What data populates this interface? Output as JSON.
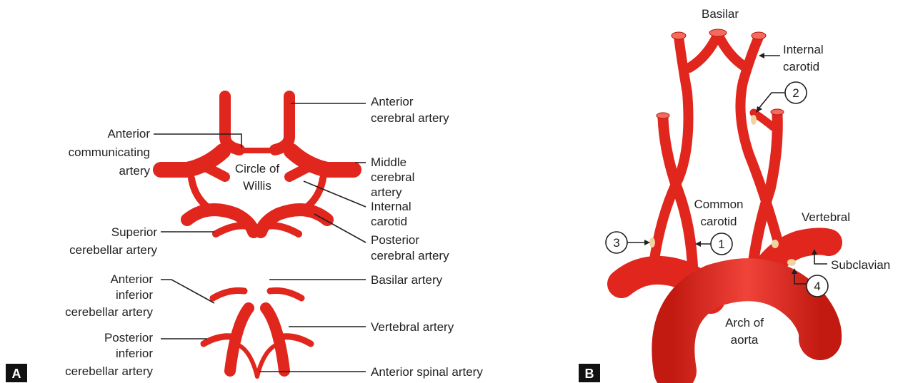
{
  "colors": {
    "artery": "#e0261d",
    "artery_dark": "#b5180f",
    "artery_light": "#f46a5c",
    "plaque": "#f2d3a0",
    "text": "#231f20"
  },
  "panel_a": {
    "letter": "A",
    "labels": {
      "anterior_cerebral": [
        "Anterior",
        "cerebral artery"
      ],
      "anterior_communicating": [
        "Anterior",
        "communicating",
        "artery"
      ],
      "circle_of_willis": [
        "Circle of",
        "Willis"
      ],
      "middle_cerebral": [
        "Middle",
        "cerebral",
        "artery"
      ],
      "internal_carotid": [
        "Internal",
        "carotid"
      ],
      "superior_cerebellar": [
        "Superior",
        "cerebellar artery"
      ],
      "posterior_cerebral": [
        "Posterior",
        "cerebral artery"
      ],
      "basilar": "Basilar artery",
      "anterior_inferior_cerebellar": [
        "Anterior",
        "inferior",
        "cerebellar artery"
      ],
      "vertebral": "Vertebral artery",
      "posterior_inferior_cerebellar": [
        "Posterior",
        "inferior",
        "cerebellar artery"
      ],
      "anterior_spinal": "Anterior spinal artery"
    }
  },
  "panel_b": {
    "letter": "B",
    "labels": {
      "basilar": "Basilar",
      "internal_carotid": [
        "Internal",
        "carotid"
      ],
      "common_carotid": [
        "Common",
        "carotid"
      ],
      "vertebral": "Vertebral",
      "subclavian": "Subclavian",
      "arch_of_aorta": [
        "Arch of",
        "aorta"
      ]
    },
    "markers": [
      "1",
      "2",
      "3",
      "4"
    ]
  }
}
